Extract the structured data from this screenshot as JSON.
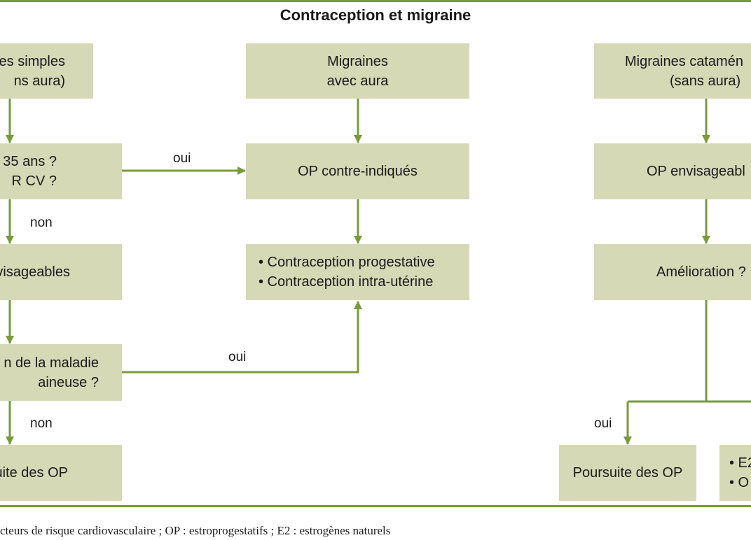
{
  "title": "Contraception et migraine",
  "colors": {
    "box_fill": "#d5d9b6",
    "line": "#7a9a3c",
    "text": "#1a1a1a"
  },
  "boxes": {
    "b1": [
      "es simples",
      "ns aura)"
    ],
    "b2": [
      "35 ans ?",
      "R CV ?"
    ],
    "b3": [
      "visageables"
    ],
    "b4": [
      "n de la maladie",
      "aineuse ?"
    ],
    "b5": [
      "uite des OP"
    ],
    "m1": [
      "Migraines",
      "avec aura"
    ],
    "m2": [
      "OP contre-indiqués"
    ],
    "m3": [
      "• Contraception progestative",
      "• Contraception intra-utérine"
    ],
    "r1": [
      "Migraines catamén",
      "(sans aura)"
    ],
    "r2": [
      "OP envisageabl"
    ],
    "r3": [
      "Amélioration ?"
    ],
    "r4": [
      "Poursuite des OP"
    ],
    "r5": [
      "• E2",
      "• O"
    ]
  },
  "labels": {
    "oui_1": "oui",
    "non_1": "non",
    "oui_2": "oui",
    "non_2": "non",
    "oui_3": "oui"
  },
  "footnote": "cteurs de risque cardiovasculaire ; OP : estroprogestatifs ; E2 : estrogènes naturels"
}
